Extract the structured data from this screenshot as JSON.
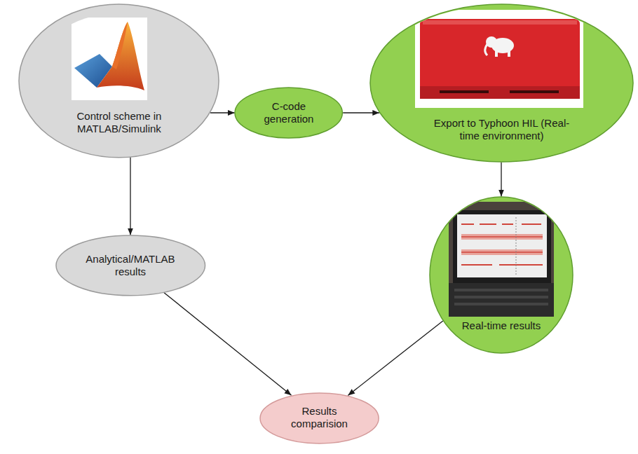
{
  "diagram": {
    "nodes": [
      {
        "text": [
          "Control scheme in MATLAB/Simulink"
        ]
      },
      {
        "text": [
          "C-code generation"
        ]
      },
      {
        "text": [
          "Export to Typhoon HIL (Real-time environment)"
        ]
      },
      {
        "text": [
          "Real-time results"
        ]
      },
      {
        "text": [
          "Analytical/MATLAB results"
        ]
      },
      {
        "text": [
          "Results comparision"
        ]
      }
    ],
    "edges": [
      {
        "from": 0,
        "to": 1,
        "arrow": "to"
      },
      {
        "from": 1,
        "to": 2,
        "arrow": "to"
      },
      {
        "from": 2,
        "to": 3,
        "arrow": "to"
      },
      {
        "from": 0,
        "to": 4,
        "arrow": "to"
      },
      {
        "from": 4,
        "to": 5,
        "arrow": "to"
      },
      {
        "from": 3,
        "to": 5,
        "arrow": "to"
      }
    ]
  }
}
